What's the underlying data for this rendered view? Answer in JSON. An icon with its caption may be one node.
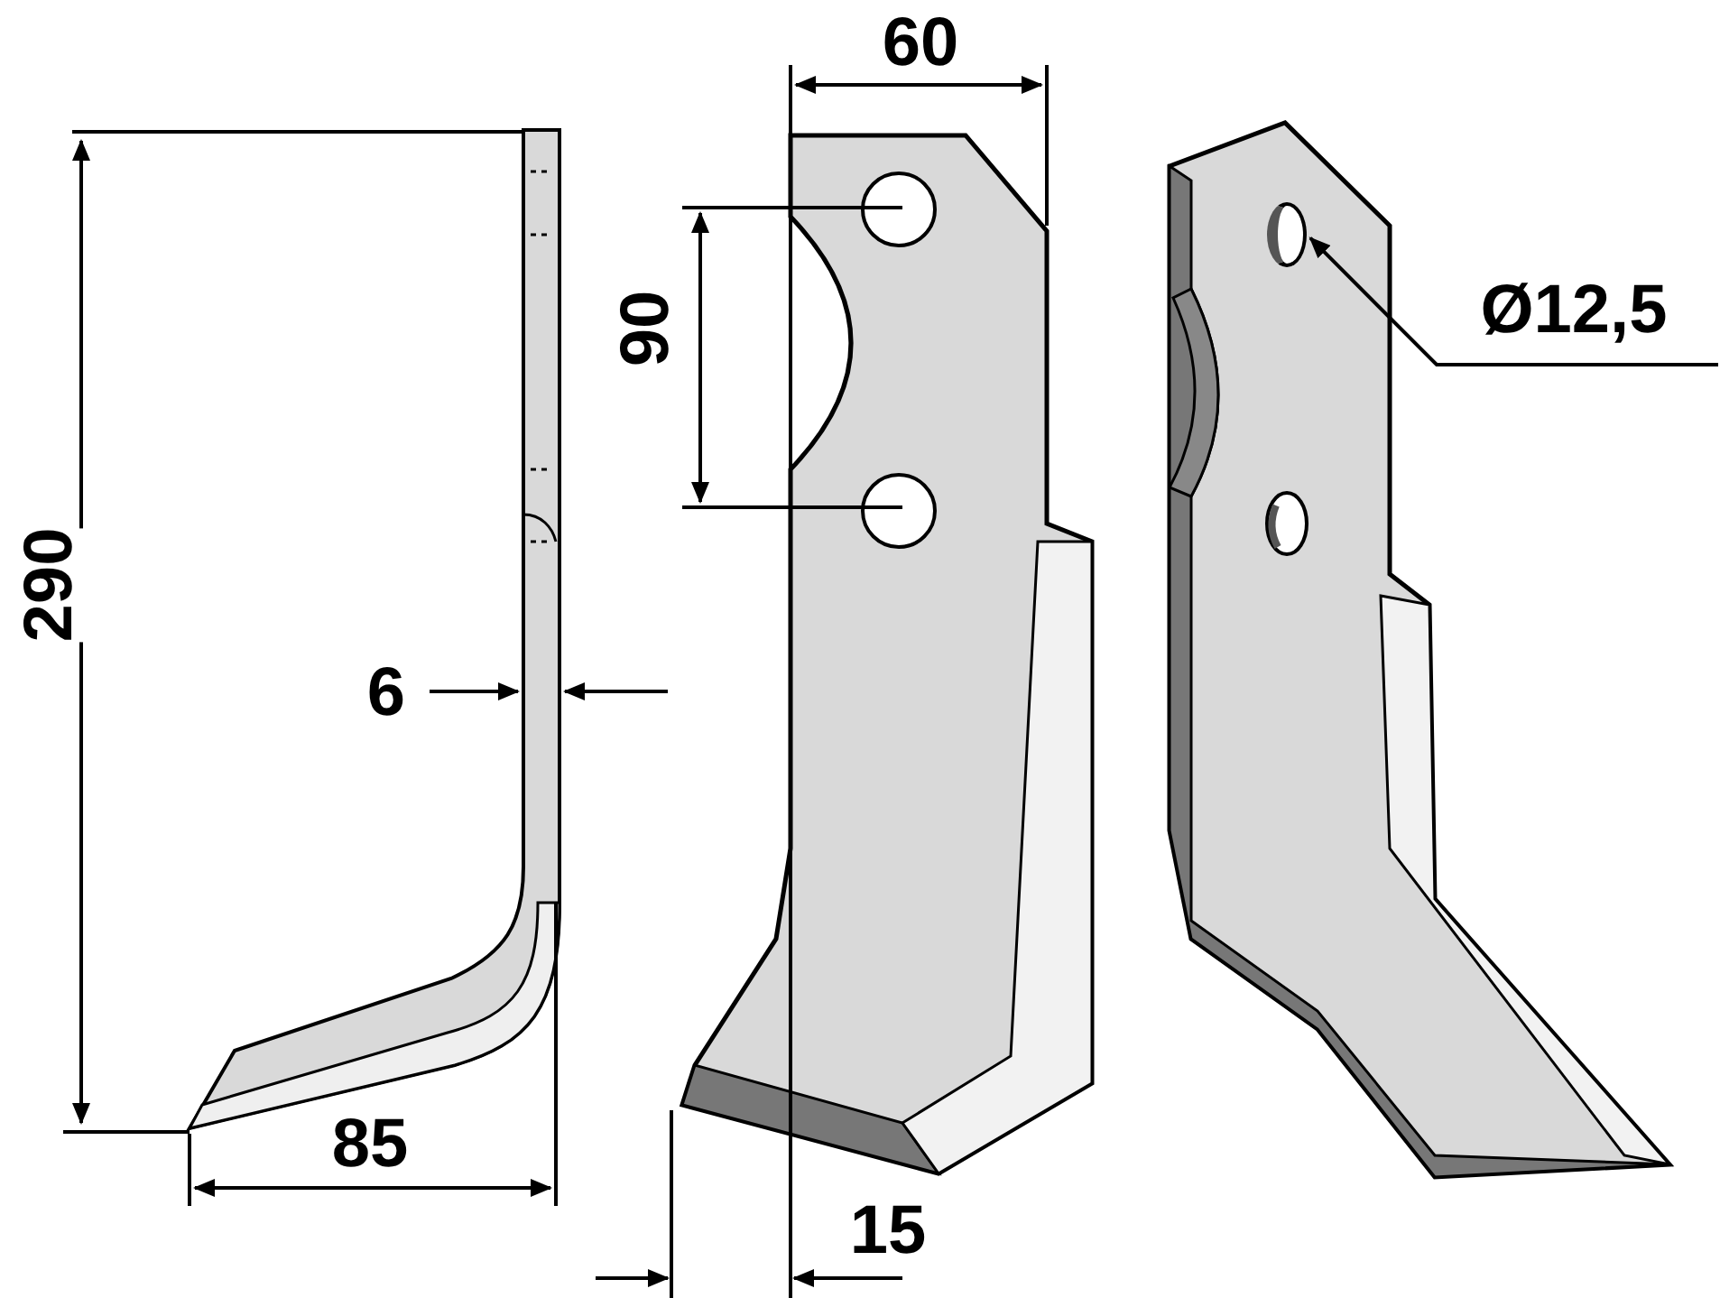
{
  "diagram": {
    "nodes": [
      {
        "text": [
          "Ø12,5"
        ]
      },
      {
        "text": [],
        "shape": "circle"
      }
    ],
    "edges": [
      {
        "from": 0,
        "to": 1,
        "arrow": "to"
      }
    ],
    "labels": [
      "60",
      "90",
      "290",
      "6",
      "85",
      "15"
    ]
  }
}
